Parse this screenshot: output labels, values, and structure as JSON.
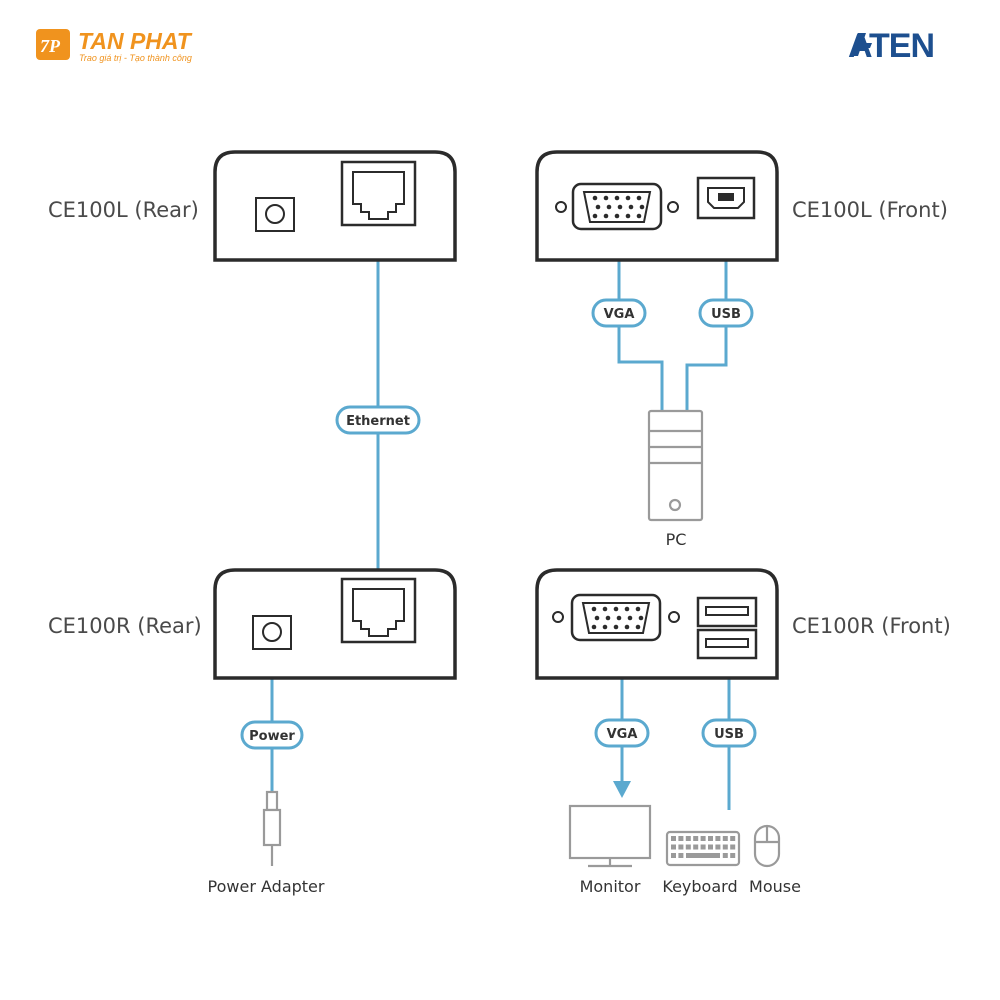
{
  "logos": {
    "tanphat": {
      "name": "TAN PHAT",
      "tagline": "Trao giá trị - Tạo thành công",
      "color": "#f0931e"
    },
    "aten": {
      "name": "ATEN",
      "color": "#1d4f8f"
    }
  },
  "devices": {
    "ce100l_rear": "CE100L (Rear)",
    "ce100l_front": "CE100L (Front)",
    "ce100r_rear": "CE100R (Rear)",
    "ce100r_front": "CE100R (Front)"
  },
  "cables": {
    "ethernet": "Ethernet",
    "vga_top": "VGA",
    "usb_top": "USB",
    "power": "Power",
    "vga_bottom": "VGA",
    "usb_bottom": "USB"
  },
  "peripherals": {
    "pc": "PC",
    "power_adapter": "Power Adapter",
    "monitor": "Monitor",
    "keyboard": "Keyboard",
    "mouse": "Mouse"
  },
  "colors": {
    "cable": "#5ba9cf",
    "device_outline": "#2b2b2b",
    "peripheral_outline": "#9a9a9a"
  },
  "icons": [
    "dc-power-jack-icon",
    "rj45-port-icon",
    "vga-port-icon",
    "usb-b-port-icon",
    "usb-a-port-icon",
    "pc-tower-icon",
    "power-plug-icon",
    "monitor-icon",
    "keyboard-icon",
    "mouse-icon"
  ]
}
